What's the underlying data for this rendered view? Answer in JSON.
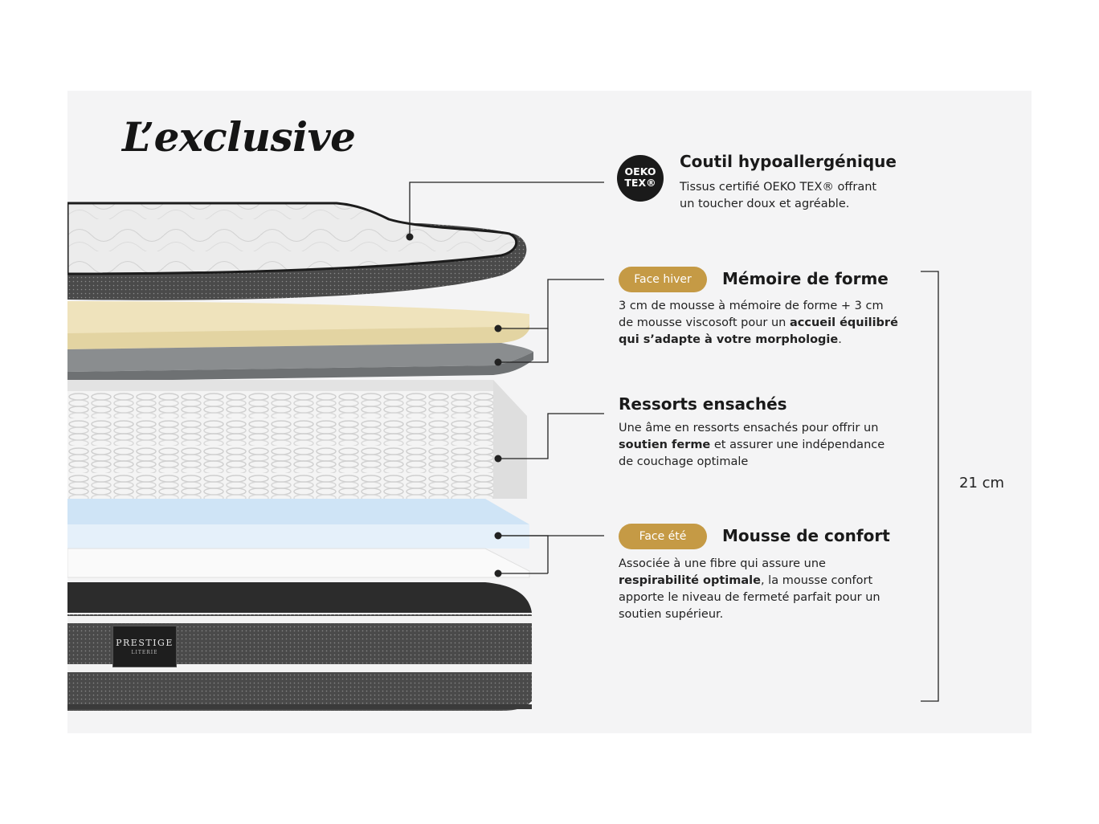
{
  "title": "L’exclusive",
  "oeko_badge": {
    "line1": "OEKO",
    "line2": "TEX®"
  },
  "features": [
    {
      "heading": "Coutil hypoallergénique",
      "desc_html": "Tissus certifié OEKO TEX® offrant<br>un toucher doux et agréable."
    },
    {
      "tag": "Face hiver",
      "heading": "Mémoire de forme",
      "desc_html": "3 cm de mousse à mémoire de forme + 3 cm<br>de mousse viscosoft pour un <b>accueil équilibré</b><br><b>qui s’adapte à votre morphologie</b>."
    },
    {
      "heading": "Ressorts ensachés",
      "desc_html": "Une âme en ressorts ensachés pour offrir un<br><b>soutien ferme</b> et assurer une indépendance<br>de couchage optimale"
    },
    {
      "tag": "Face été",
      "heading": "Mousse de confort",
      "desc_html": "Associée à une fibre qui assure une<br><b>respirabilité optimale</b>, la mousse confort<br>apporte le niveau de fermeté parfait pour un<br>soutien supérieur."
    }
  ],
  "dimension": "21 cm",
  "brand": {
    "name": "PRESTIGE",
    "sub": "LITERIE"
  },
  "colors": {
    "accent": "#c59a45",
    "memory_foam": "#efe3bc",
    "viscosoft": "#8a8d8f",
    "comfort_foam": "#cfe4f6",
    "fabric": "#4a4a4a"
  }
}
